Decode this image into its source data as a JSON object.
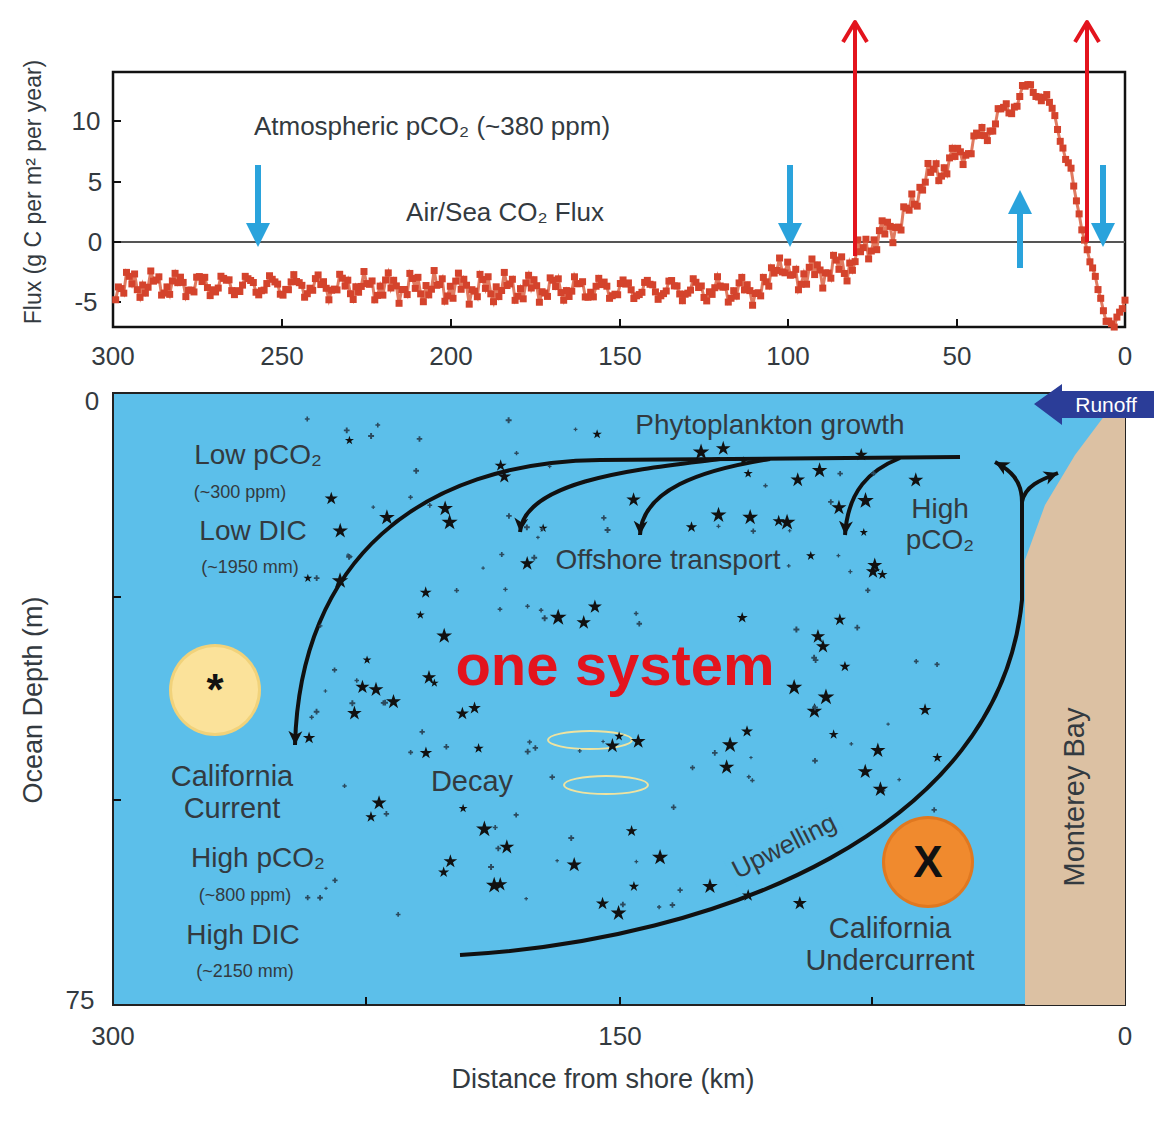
{
  "diagram": {
    "nodes": [
      {
        "text": [
          "*"
        ]
      },
      {
        "text": [
          "X"
        ]
      }
    ],
    "labels": [
      "10",
      "5",
      "0",
      "-5",
      "300",
      "250",
      "200",
      "150",
      "100",
      "50",
      "0",
      "Flux (g C per m² per year)",
      "Atmospheric pCO₂ (~380 ppm)",
      "Air/Sea CO₂ Flux",
      "0",
      "75",
      "Runoff",
      "Phytoplankton growth",
      "Low pCO₂",
      "(~300 ppm)",
      "Low DIC",
      "(~1950 mm)",
      "High pCO₂",
      "Offshore transport",
      "one system",
      "California Current",
      "Decay",
      "High pCO₂",
      "(~800 ppm)",
      "High DIC",
      "(~2150 mm)",
      "Upwelling",
      "California Undercurrent",
      "Monterey Bay",
      "Ocean Depth (m)",
      "300",
      "150",
      "0",
      "Distance from shore (km)"
    ]
  }
}
